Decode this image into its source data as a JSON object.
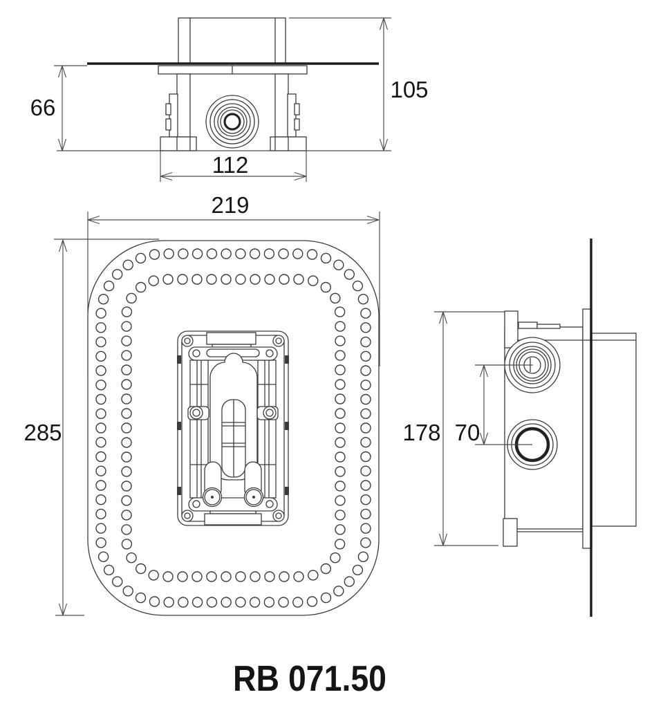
{
  "product_code": "RB 071.50",
  "views": {
    "top": {
      "dimensions": {
        "depth_below_plate": "66",
        "total_depth": "105",
        "foot_span": "112"
      }
    },
    "front": {
      "dimensions": {
        "plate_width": "219",
        "plate_height": "285"
      }
    },
    "side": {
      "dimensions": {
        "body_height": "178",
        "connection_spacing": "70"
      }
    }
  },
  "colors": {
    "line": "#3a3a3a",
    "heavy": "#1c1c1c",
    "dim": "#4a4a4a",
    "text": "#151515",
    "bg": "#ffffff"
  }
}
